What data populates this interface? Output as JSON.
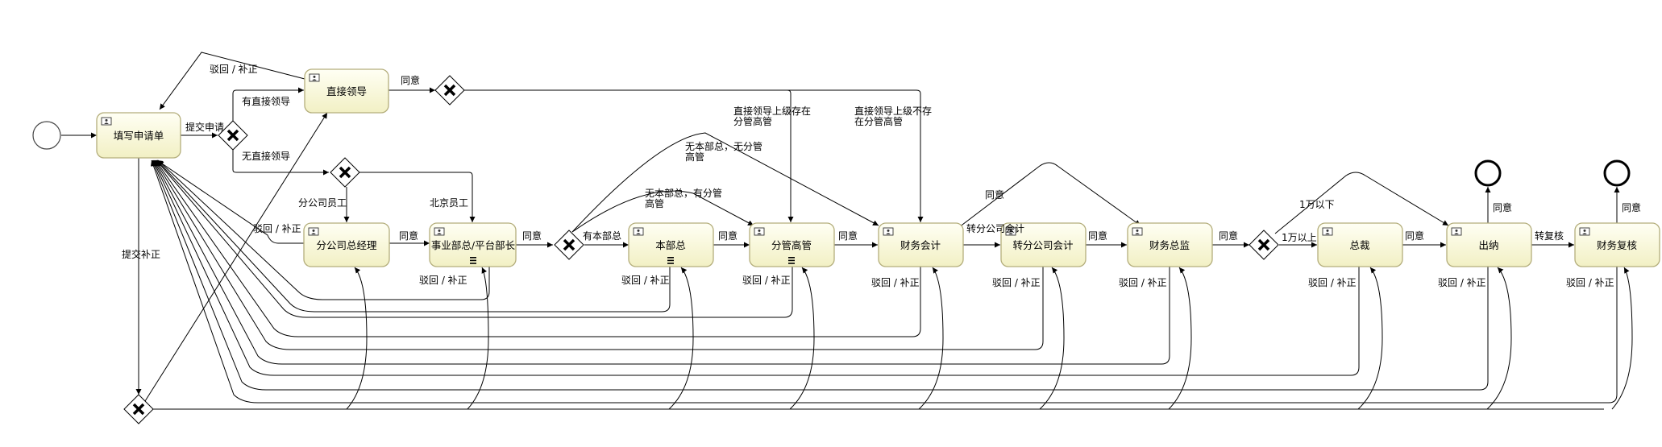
{
  "tasks": {
    "fill": "填写申请单",
    "direct_leader": "直接领导",
    "branch_gm": "分公司总经理",
    "division_head": "事业部总/平台部长",
    "dept_head": "本部总",
    "vp": "分管高管",
    "accountant": "财务会计",
    "branch_accountant": "转分公司会计",
    "finance_director": "财务总监",
    "ceo": "总裁",
    "cashier": "出纳",
    "finance_review": "财务复核"
  },
  "labels": {
    "reject_top": "驳回 / 补正",
    "agree_top": "同意",
    "has_leader": "有直接领导",
    "submit": "提交申请",
    "no_leader": "无直接领导",
    "branch_staff": "分公司员工",
    "beijing_staff": "北京员工",
    "reject_left": "驳回 / 补正",
    "submit_fix": "提交补正",
    "agree1": "同意",
    "agree2": "同意",
    "has_dept": "有本部总",
    "no_dept_has_vp": "无本部总，有分管\n高管",
    "no_dept_no_vp": "无本部总，无分管\n高管",
    "leader_sup_has_vp": "直接领导上级存在\n分管高管",
    "leader_sup_no_vp": "直接领导上级不存\n在分管高管",
    "agree3": "同意",
    "agree4": "同意",
    "to_branch": "转分公司会计",
    "agree5": "同意",
    "agree6": "同意",
    "under_10k": "1万以下",
    "over_10k": "1万以上",
    "agree7": "同意",
    "agree8": "同意",
    "to_review": "转复核",
    "agree9": "同意",
    "r1": "驳回 / 补正",
    "r2": "驳回 / 补正",
    "r3": "驳回 / 补正",
    "r4": "驳回 / 补正",
    "r5": "驳回 / 补正",
    "r6": "驳回 / 补正",
    "r7": "驳回 / 补正",
    "r8": "驳回 / 补正",
    "r9": "驳回 / 补正"
  },
  "colors": {
    "task_fill_top": "#fffff4",
    "task_fill_bottom": "#f2f0c4",
    "task_stroke": "#b4ae7c",
    "line": "#000000"
  }
}
